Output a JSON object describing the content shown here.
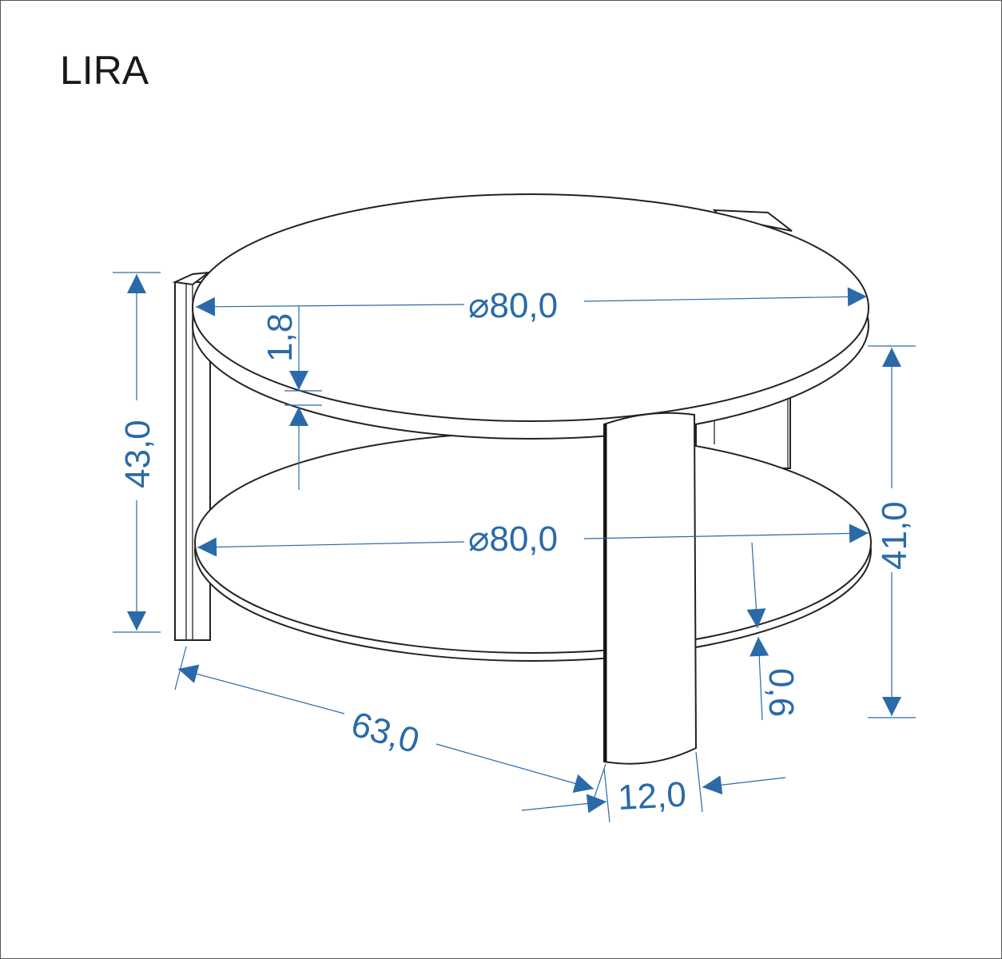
{
  "title": "LIRA",
  "dimensions": {
    "top_diameter": "⌀80,0",
    "bottom_diameter": "⌀80,0",
    "total_height": "43,0",
    "shelf_height": "41,0",
    "top_thickness": "1,8",
    "shelf_thickness": "0,6",
    "depth": "63,0",
    "leg_width": "12,0"
  },
  "colors": {
    "dimension": "#2a6aa8",
    "outline": "#222222"
  }
}
